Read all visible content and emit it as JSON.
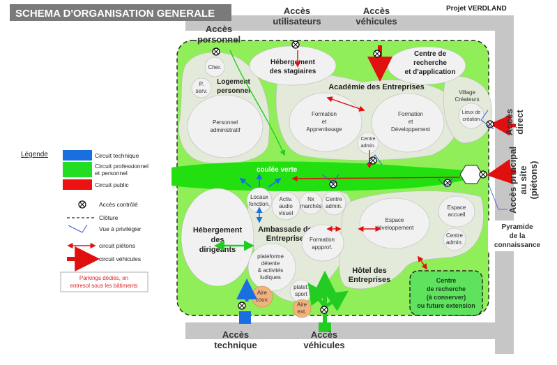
{
  "header": {
    "title": "SCHEMA D'ORGANISATION GENERALE",
    "project": "Projet VERDLAND"
  },
  "access": {
    "personnel": [
      "Accès",
      "personnel"
    ],
    "utilisateurs": [
      "Accès",
      "utilisateurs"
    ],
    "vehicules_top": [
      "Accès",
      "véhicules"
    ],
    "direct": [
      "Accès",
      "direct"
    ],
    "principal": [
      "Accès principal",
      "au site",
      "(piétons)"
    ],
    "technique": [
      "Accès",
      "technique"
    ],
    "vehicules_bottom": [
      "Accès",
      "véhicules"
    ]
  },
  "zones": {
    "cher": "Cher.",
    "pserv": [
      "P.",
      "serv."
    ],
    "logement_personnel": [
      "Logement",
      "personnel"
    ],
    "personnel_admin": [
      "Personnel",
      "administratif"
    ],
    "hebergement_stagiaires": [
      "Hébergement",
      "des stagiaires"
    ],
    "centre_recherche": [
      "Centre de",
      "recherche",
      "et d'application"
    ],
    "academie": "Académie des Entreprises",
    "formation_apprentissage": [
      "Formation",
      "et",
      "Apprentissage"
    ],
    "formation_developpement": [
      "Formation",
      "et",
      "Développement"
    ],
    "centre_admin_top": [
      "Centre",
      "admin."
    ],
    "village_createurs": [
      "Village",
      "Créateurs"
    ],
    "lieux_creation": [
      "Lieux de",
      "création"
    ],
    "coulee_verte": "coulée verte",
    "locaux_fonction": [
      "Locaux",
      "fonction."
    ],
    "activ_audio": [
      "Activ.",
      "audio",
      "visuel"
    ],
    "nx_marches": [
      "Nx",
      "marchés"
    ],
    "centre_admin_mid": [
      "Centre",
      "admin."
    ],
    "ambassade": [
      "Ambassade des",
      "Entreprises"
    ],
    "formation_approf": [
      "Formation",
      "appprof."
    ],
    "hebergement_dirigeants": [
      "Hébergement",
      "des",
      "dirigeants"
    ],
    "plateforme": [
      "plateforme",
      "détente",
      "& activités",
      "ludiques"
    ],
    "aire_couv": [
      "Aire",
      "couv."
    ],
    "platef_sport": [
      "platef.",
      "sport"
    ],
    "aire_ext": [
      "Aire",
      "ext."
    ],
    "espace_developpement": [
      "Espace",
      "développement"
    ],
    "espace_accueil": [
      "Espace",
      "accueil"
    ],
    "centre_admin_right": [
      "Centre",
      "admin."
    ],
    "hotel_entreprises": [
      "Hôtel des",
      "Entreprises"
    ],
    "centre_recherche_conserver": [
      "Centre",
      "de recherche",
      "(à conserver)",
      "ou future extension"
    ],
    "pyramide": [
      "Pyramide",
      "de la",
      "connaissance"
    ]
  },
  "legend": {
    "title": "Légende",
    "items": [
      {
        "label": "Circuit technique",
        "color": "#1a6fe0"
      },
      {
        "label": "Circuit professionnel",
        "label2": "et personnel",
        "color": "#22dd22"
      },
      {
        "label": "Circuit public",
        "color": "#ee1111"
      }
    ],
    "controle": "Accès contrôlé",
    "cloture": "Clôture",
    "vue": "Vue à privilégier",
    "pietons": "circuit piétons",
    "vehicules": "circuit véhicules",
    "parkings": [
      "Parkings dédiés, en",
      "entresol sous les bâtiments"
    ]
  },
  "colors": {
    "site_green": "#90ee58",
    "coulee_green": "#22e010",
    "road_grey": "#c6c6c6",
    "zone_fill": "#f1f1f1",
    "blob_fill": "#e3ead9",
    "orange": "#f2b27c"
  }
}
